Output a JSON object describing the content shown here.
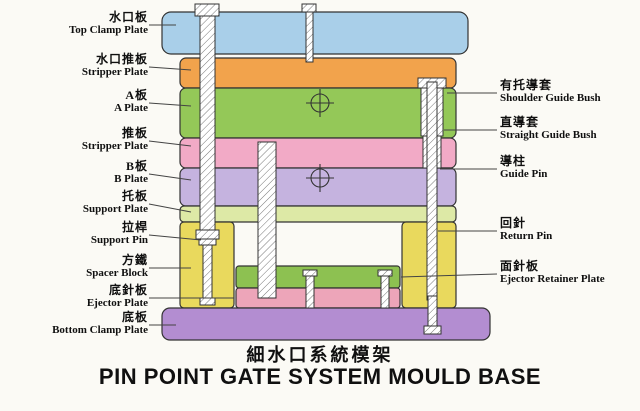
{
  "title": {
    "chinese": "細水口系統模架",
    "english": "PIN POINT GATE SYSTEM MOULD BASE"
  },
  "left_labels": [
    {
      "cn": "水口板",
      "en": "Top Clamp Plate"
    },
    {
      "cn": "水口推板",
      "en": "Stripper Plate"
    },
    {
      "cn": "A板",
      "en": "A Plate"
    },
    {
      "cn": "推板",
      "en": "Stripper Plate"
    },
    {
      "cn": "B板",
      "en": "B Plate"
    },
    {
      "cn": "托板",
      "en": "Support Plate"
    },
    {
      "cn": "拉桿",
      "en": "Support Pin"
    },
    {
      "cn": "方鐵",
      "en": "Spacer Block"
    },
    {
      "cn": "底針板",
      "en": "Ejector Plate"
    },
    {
      "cn": "底板",
      "en": "Bottom Clamp Plate"
    }
  ],
  "right_labels": [
    {
      "cn": "有托導套",
      "en": "Shoulder Guide Bush"
    },
    {
      "cn": "直導套",
      "en": "Straight Guide Bush"
    },
    {
      "cn": "導柱",
      "en": "Guide Pin"
    },
    {
      "cn": "回針",
      "en": "Return Pin"
    },
    {
      "cn": "面針板",
      "en": "Ejector Retainer Plate"
    }
  ],
  "colors": {
    "top_clamp_plate": "#a9cfe9",
    "stripper_plate_top": "#f2a34c",
    "a_plate": "#94c858",
    "stripper_plate_mid": "#f2aac6",
    "b_plate": "#c5b3df",
    "support_plate": "#dde9a6",
    "spacer_block": "#e9d95d",
    "ejector_retainer_plate": "#8dc151",
    "ejector_plate": "#eda5b9",
    "bottom_clamp_plate": "#b38dd1"
  }
}
